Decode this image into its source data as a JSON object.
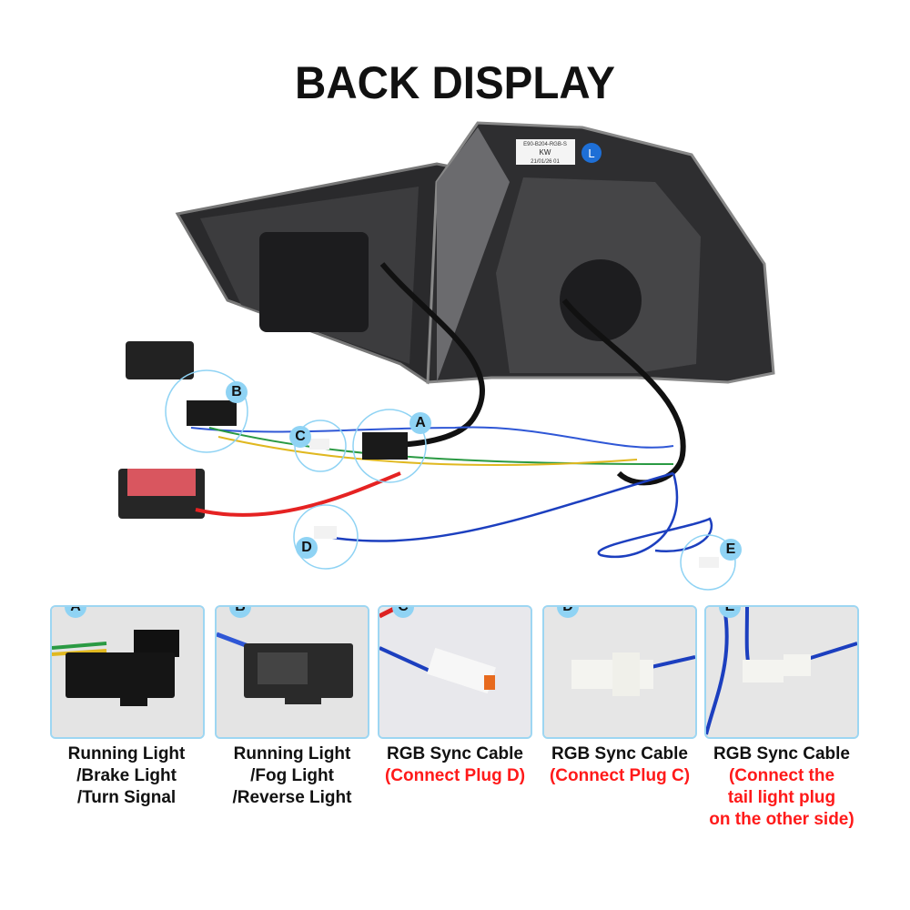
{
  "title": "BACK DISPLAY",
  "label_sticker": {
    "line1": "E90-B204-RGB-S",
    "line2": "KW",
    "line3": "21/01/26  01",
    "side": "L"
  },
  "callouts": [
    "A",
    "B",
    "C",
    "D",
    "E"
  ],
  "panels": [
    {
      "letter": "A",
      "lines": [
        "Running Light",
        "/Brake Light",
        "/Turn Signal"
      ],
      "notes": []
    },
    {
      "letter": "B",
      "lines": [
        "Running Light",
        "/Fog Light",
        "/Reverse Light"
      ],
      "notes": []
    },
    {
      "letter": "C",
      "lines": [
        "RGB Sync Cable"
      ],
      "notes": [
        "(Connect Plug D)"
      ]
    },
    {
      "letter": "D",
      "lines": [
        "RGB Sync Cable"
      ],
      "notes": [
        "(Connect Plug C)"
      ]
    },
    {
      "letter": "E",
      "lines": [
        "RGB Sync Cable"
      ],
      "notes": [
        "(Connect the",
        "tail light plug",
        "on the other side)"
      ]
    }
  ],
  "colors": {
    "badge": "#8fd3f4",
    "note_red": "#ff1a1a",
    "border": "#9dd6f2"
  }
}
